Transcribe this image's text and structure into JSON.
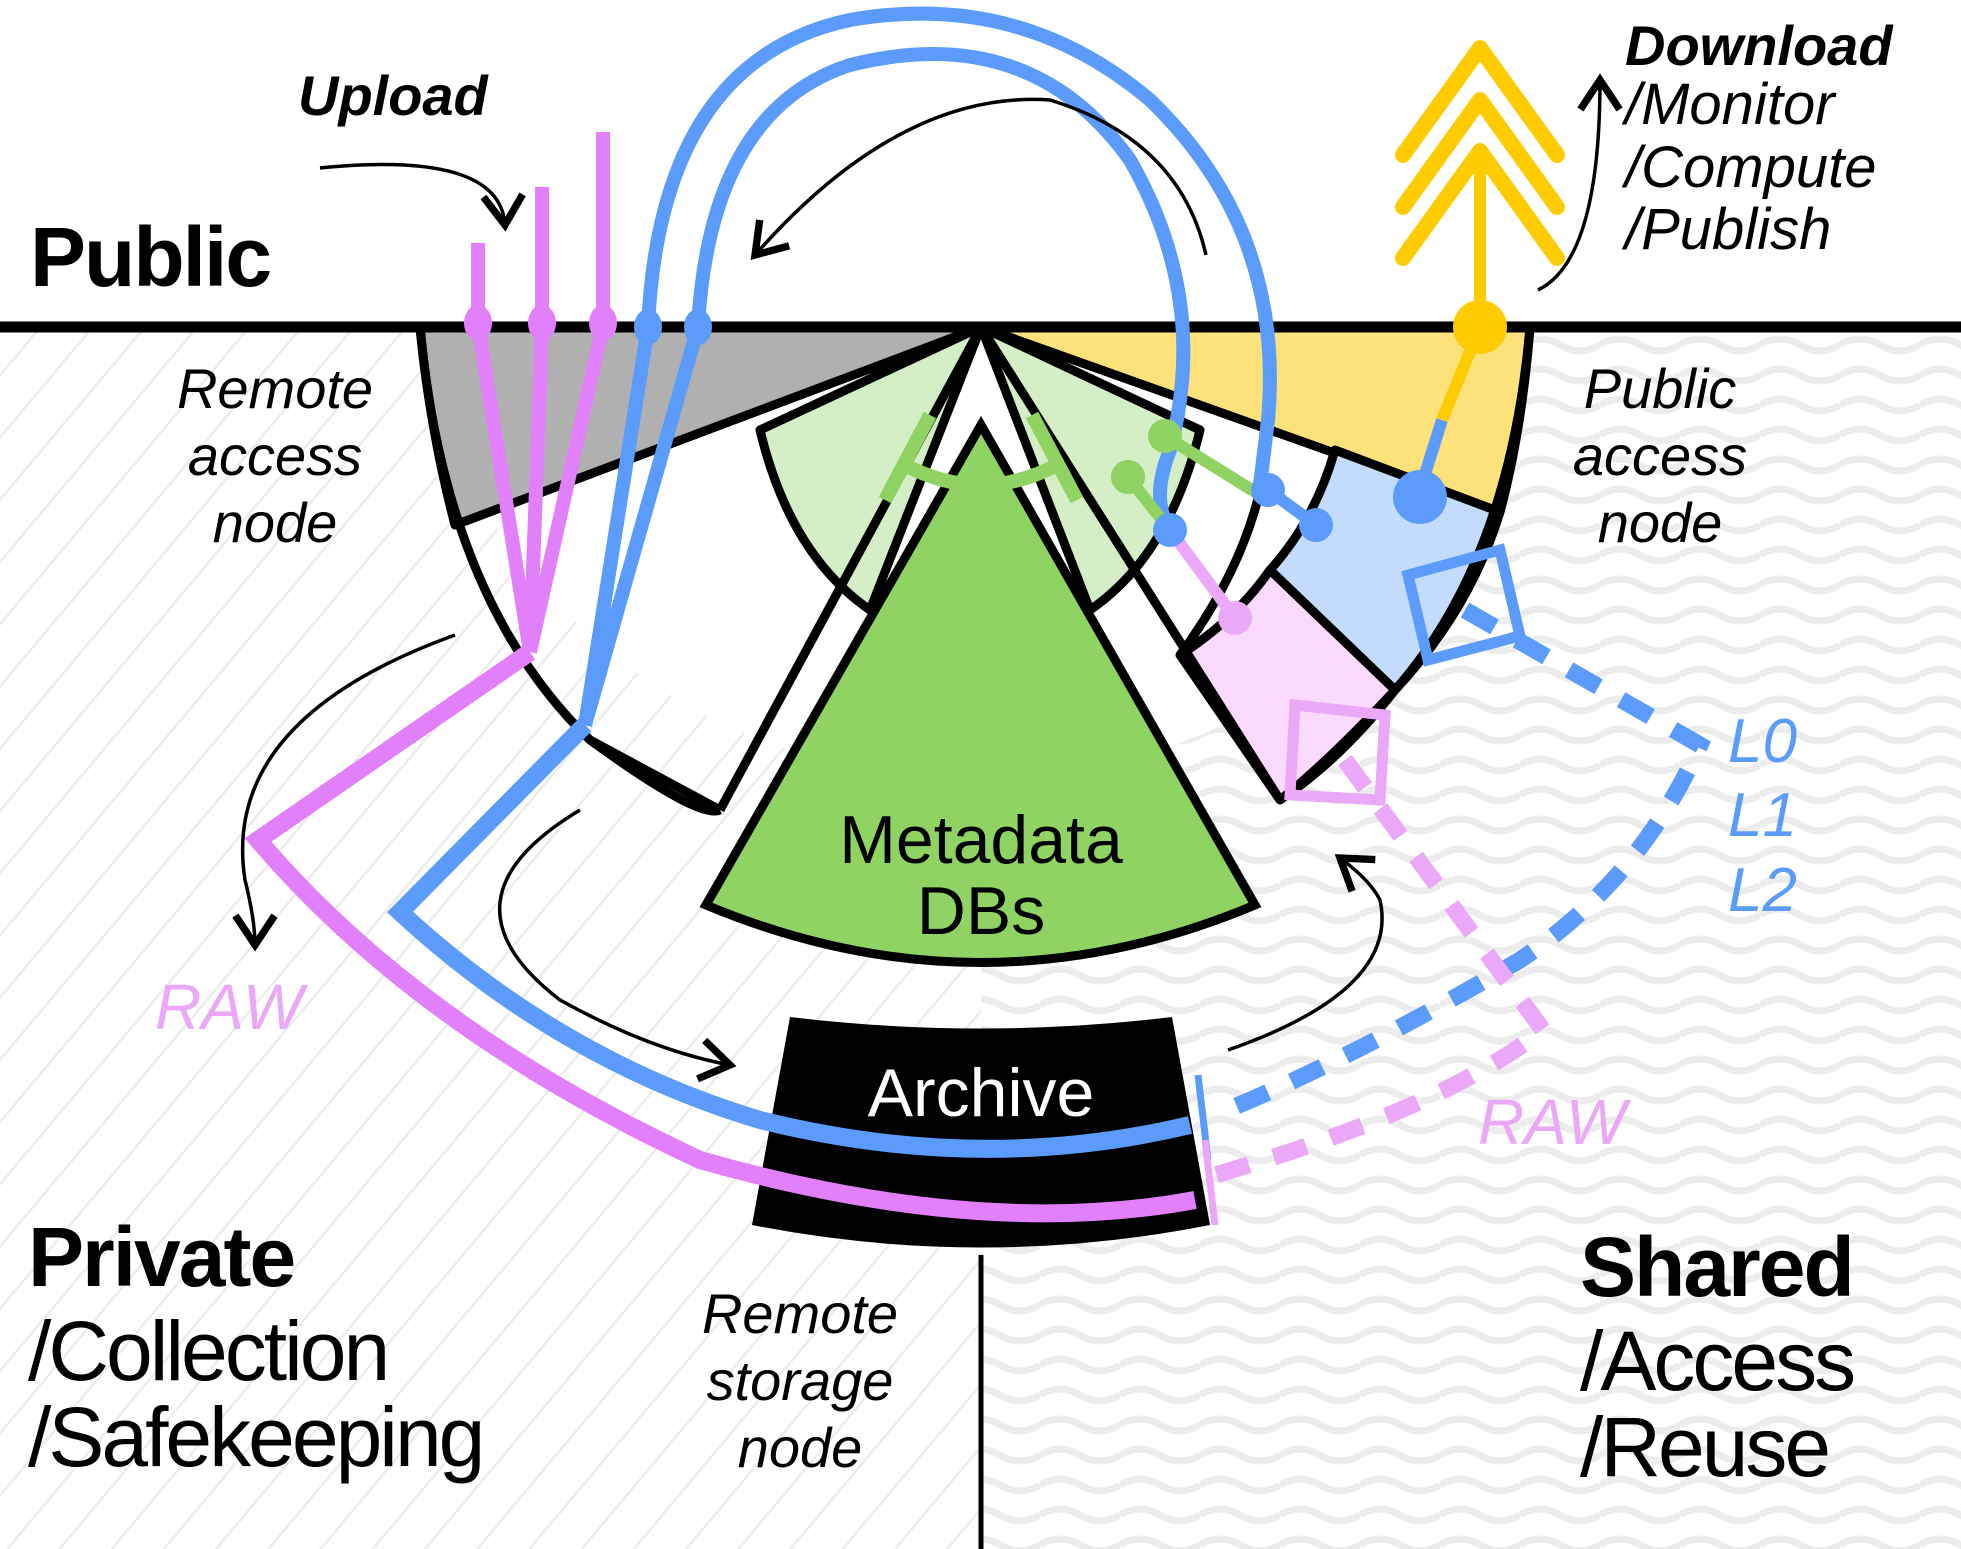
{
  "zones": {
    "public": {
      "title": "Public"
    },
    "private": {
      "title": "Private",
      "subtitles": [
        "/Collection",
        "/Safekeeping"
      ]
    },
    "shared": {
      "title": "Shared",
      "subtitles": [
        "/Access",
        "/Reuse"
      ]
    }
  },
  "nodes": {
    "remote_access": {
      "lines": [
        "Remote",
        "access",
        "node"
      ]
    },
    "public_access": {
      "lines": [
        "Public",
        "access",
        "node"
      ]
    },
    "remote_storage": {
      "lines": [
        "Remote",
        "storage",
        "node"
      ]
    },
    "metadata": {
      "lines": [
        "Metadata",
        "DBs"
      ]
    },
    "archive": {
      "label": "Archive"
    }
  },
  "flows": {
    "upload": {
      "label": "Upload"
    },
    "download": {
      "label": "Download",
      "subtitles": [
        "/Monitor",
        "/Compute",
        "/Publish"
      ]
    }
  },
  "data_labels": {
    "raw_left": "RAW",
    "raw_right": "RAW",
    "levels": [
      "L0",
      "L1",
      "L2"
    ]
  },
  "colors": {
    "raw": "#e27ffa",
    "raw_light": "#eba8f8",
    "processed": "#5a9bfb",
    "processed_light": "#c3dcfd",
    "metadata": "#8fd362",
    "metadata_light": "#d4eec6",
    "public_yellow": "#fecb00",
    "public_yellow_light": "#fde27c",
    "remote_gray": "#b0b0b0",
    "raw_cell": "#fcd9fe"
  }
}
